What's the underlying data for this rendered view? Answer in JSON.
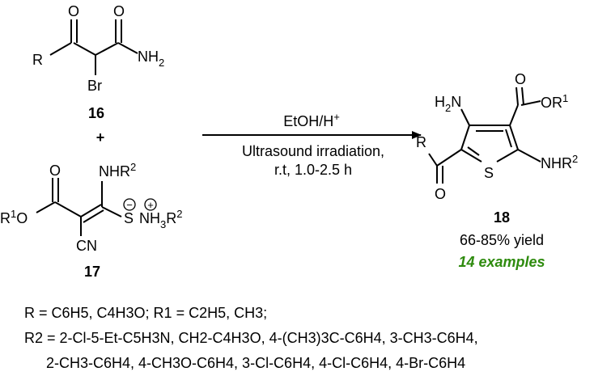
{
  "colors": {
    "ink": "#000000",
    "accent": "#2e8b0e"
  },
  "compound16": {
    "number": "16",
    "atoms": {
      "r": "R",
      "o1": "O",
      "o2": "O",
      "nh2": "NH",
      "nh2_sub": "2",
      "br": "Br"
    }
  },
  "plus": "+",
  "compound17": {
    "number": "17",
    "atoms": {
      "o_top": "O",
      "r1o_r": "R",
      "r1o_sup": "1",
      "r1o_o": "O",
      "cn": "CN",
      "nhr2": "NHR",
      "nhr2_sup": "2",
      "s": "S",
      "minus": "−",
      "plus": "+",
      "nh3r2": "NH",
      "nh3r2_sub": "3",
      "nh3r2_r": "R",
      "nh3r2_sup": "2"
    }
  },
  "conditions": {
    "top": "EtOH/H",
    "top_sup": "+",
    "line1": "Ultrasound irradiation,",
    "line2": "r.t, 1.0-2.5 h"
  },
  "compound18": {
    "number": "18",
    "yield": "66-85% yield",
    "examples": "14 examples",
    "atoms": {
      "h2n_h": "H",
      "h2n_sub": "2",
      "h2n_n": "N",
      "o_ester": "O",
      "or1": "OR",
      "or1_sup": "1",
      "r": "R",
      "s": "S",
      "nhr2": "NHR",
      "nhr2_sup": "2",
      "o_ketone": "O"
    }
  },
  "legend": {
    "line1": "R = C6H5, C4H3O; R1 = C2H5, CH3;",
    "line2": "R2 = 2-Cl-5-Et-C5H3N, CH2-C4H3O, 4-(CH3)3C-C6H4, 3-CH3-C6H4,",
    "line3": "2-CH3-C6H4, 4-CH3O-C6H4, 3-Cl-C6H4, 4-Cl-C6H4, 4-Br-C6H4"
  }
}
